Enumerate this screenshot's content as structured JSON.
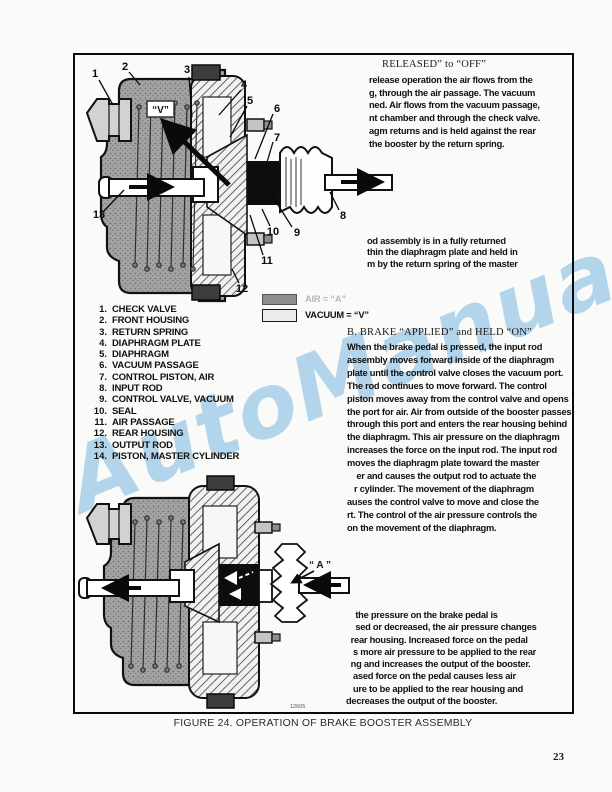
{
  "page": {
    "watermark": "AutoManual",
    "caption": "FIGURE 24. OPERATION OF BRAKE BOOSTER ASSEMBLY",
    "page_number": "23"
  },
  "colors": {
    "watermark_blue": "#a6cfe9",
    "diagram_gray": "#a0a0a0",
    "text_black": "#101010"
  },
  "section_a": {
    "heading": "RELEASED” to “OFF”",
    "body": "release operation the air flows from the\ng, through the air passage. The vacuum\nned. Air flows from the vacuum passage,\nnt chamber and through the check valve.\nagm returns and is held against the rear\nthe booster by the return spring."
  },
  "section_a2": {
    "body": "od assembly is in a fully returned\nthin the diaphragm plate and held in\nm by the return spring of the master"
  },
  "legend": {
    "air_label": "AIR = “A”",
    "vacuum_label": "VACUUM = “V”"
  },
  "parts_list": {
    "items": [
      {
        "num": "1.",
        "label": "CHECK VALVE"
      },
      {
        "num": "2.",
        "label": "FRONT HOUSING"
      },
      {
        "num": "3.",
        "label": "RETURN SPRING"
      },
      {
        "num": "4.",
        "label": "DIAPHRAGM PLATE"
      },
      {
        "num": "5.",
        "label": "DIAPHRAGM"
      },
      {
        "num": "6.",
        "label": "VACUUM PASSAGE"
      },
      {
        "num": "7.",
        "label": "CONTROL PISTON, AIR"
      },
      {
        "num": "8.",
        "label": "INPUT ROD"
      },
      {
        "num": "9.",
        "label": "CONTROL VALVE, VACUUM"
      },
      {
        "num": "10.",
        "label": "SEAL"
      },
      {
        "num": "11.",
        "label": "AIR PASSAGE"
      },
      {
        "num": "12.",
        "label": "REAR HOUSING"
      },
      {
        "num": "13.",
        "label": "OUTPUT ROD"
      },
      {
        "num": "14.",
        "label": "PISTON, MASTER CYLINDER"
      }
    ]
  },
  "section_b": {
    "heading": "B. BRAKE “APPLIED” and HELD “ON”",
    "body": "When the brake pedal is pressed, the input rod\nassembly moves forward inside of the diaphragm\nplate until the control valve closes the vacuum port.\nThe rod continues to move forward. The control\npiston moves away from the control valve and opens\nthe port for air. Air from outside of the booster passes\nthrough this port and enters the rear housing behind\nthe diaphragm. This air pressure on the diaphragm\nincreases the force on the input rod. The input rod\nmoves the diaphragm plate toward the master\n    er and causes the output rod to actuate the\n   r cylinder. The movement of the diaphragm\nauses the control valve to move and close the\nrt. The control of the air pressure controls the\non the movement of the diaphragm."
  },
  "section_c": {
    "body": "    the pressure on the brake pedal is\n    sed or decreased, the air pressure changes\n  rear housing. Increased force on the pedal\n   s more air pressure to be applied to the rear\n  ng and increases the output of the booster.\n   ased force on the pedal causes less air\n   ure to be applied to the rear housing and\ndecreases the output of the booster."
  },
  "diagram_top": {
    "v_label": "“V”",
    "callouts": [
      "1",
      "2",
      "3",
      "4",
      "5",
      "6",
      "7",
      "8",
      "9",
      "10",
      "11",
      "12",
      "13"
    ]
  },
  "diagram_bottom": {
    "a_label": "“ A ”",
    "figure_code": "12605"
  }
}
